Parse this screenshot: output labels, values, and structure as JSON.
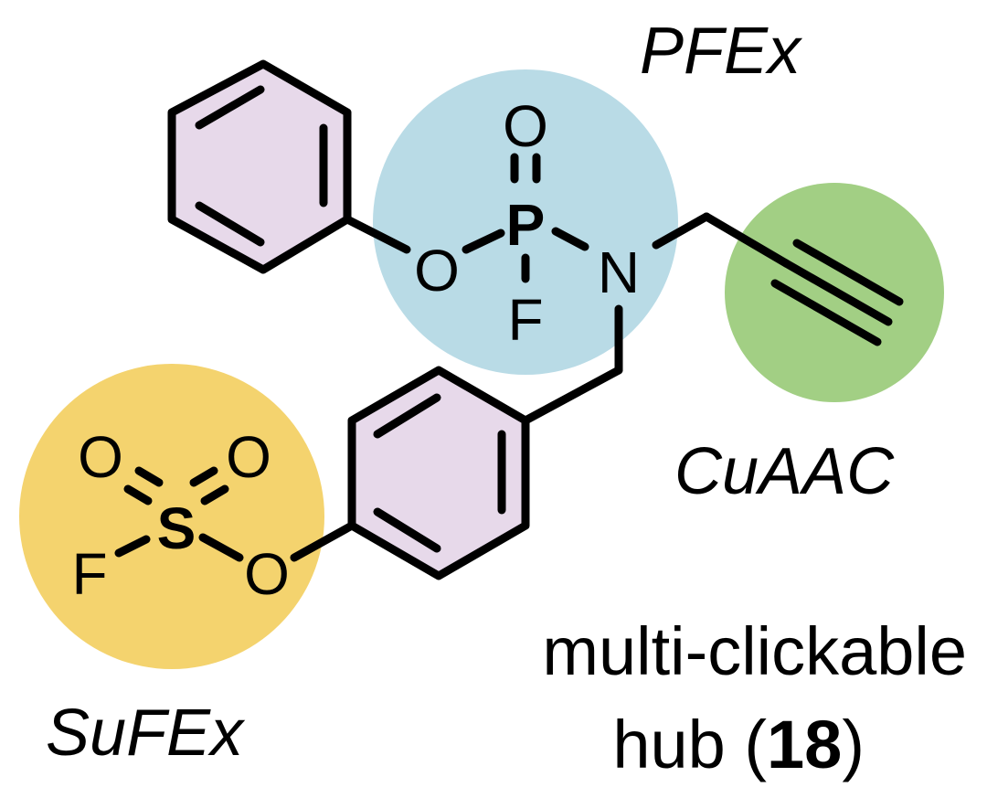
{
  "regions": {
    "pfex": {
      "label": "PFEx",
      "color": "#b9dbe6"
    },
    "cuaac": {
      "label": "CuAAC",
      "color": "#a2cf84"
    },
    "sufex": {
      "label": "SuFEx",
      "color": "#f4d36e"
    },
    "aryl": {
      "color": "#e7d9ea"
    }
  },
  "atoms": {
    "p": "P",
    "p_oxygen": "O",
    "p_fluorine": "F",
    "p_ether_oxygen": "O",
    "nitrogen": "N",
    "s": "S",
    "s_oxygen_left": "O",
    "s_oxygen_right": "O",
    "s_fluorine": "F",
    "s_ether_oxygen": "O"
  },
  "caption": {
    "line1": "multi-clickable",
    "line2_prefix": "hub (",
    "compound_number": "18",
    "line2_suffix": ")"
  }
}
